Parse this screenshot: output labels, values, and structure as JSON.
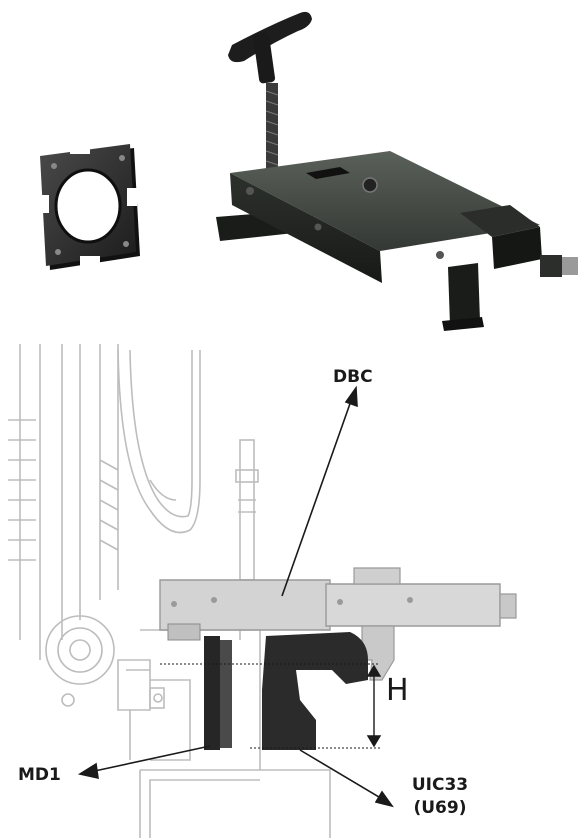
{
  "labels": {
    "dbc": "DBC",
    "h": "H",
    "md1": "MD1",
    "uic_line1": "UIC33",
    "uic_line2": "(U69)"
  },
  "colors": {
    "ink": "#1a1a1a",
    "drawing_gray": "#bdbdbd",
    "dark_part": "#262626",
    "metal": "#3a3f3a"
  },
  "icons": {
    "plate": "square-ring-plate-icon",
    "clamp": "t-handle-clamp-icon"
  }
}
